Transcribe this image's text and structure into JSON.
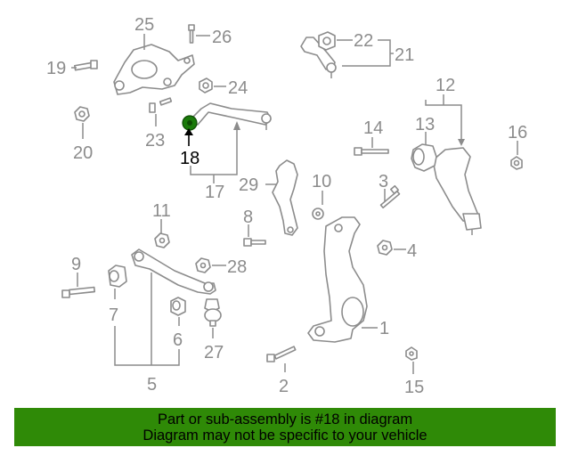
{
  "callouts": {
    "n1": "1",
    "n2": "2",
    "n3": "3",
    "n4": "4",
    "n5": "5",
    "n6": "6",
    "n7": "7",
    "n8": "8",
    "n9": "9",
    "n10": "10",
    "n11": "11",
    "n12": "12",
    "n13": "13",
    "n14": "14",
    "n15": "15",
    "n16": "16",
    "n17": "17",
    "n18": "18",
    "n19": "19",
    "n20": "20",
    "n21": "21",
    "n22": "22",
    "n23": "23",
    "n24": "24",
    "n25": "25",
    "n26": "26",
    "n27": "27",
    "n28": "28",
    "n29": "29"
  },
  "highlight": {
    "part": "18",
    "color": "#1a7a0a"
  },
  "banner": {
    "line1": "Part or sub-assembly is #18 in diagram",
    "line2": "Diagram may not be specific to your vehicle",
    "color": "#2f8a07"
  }
}
